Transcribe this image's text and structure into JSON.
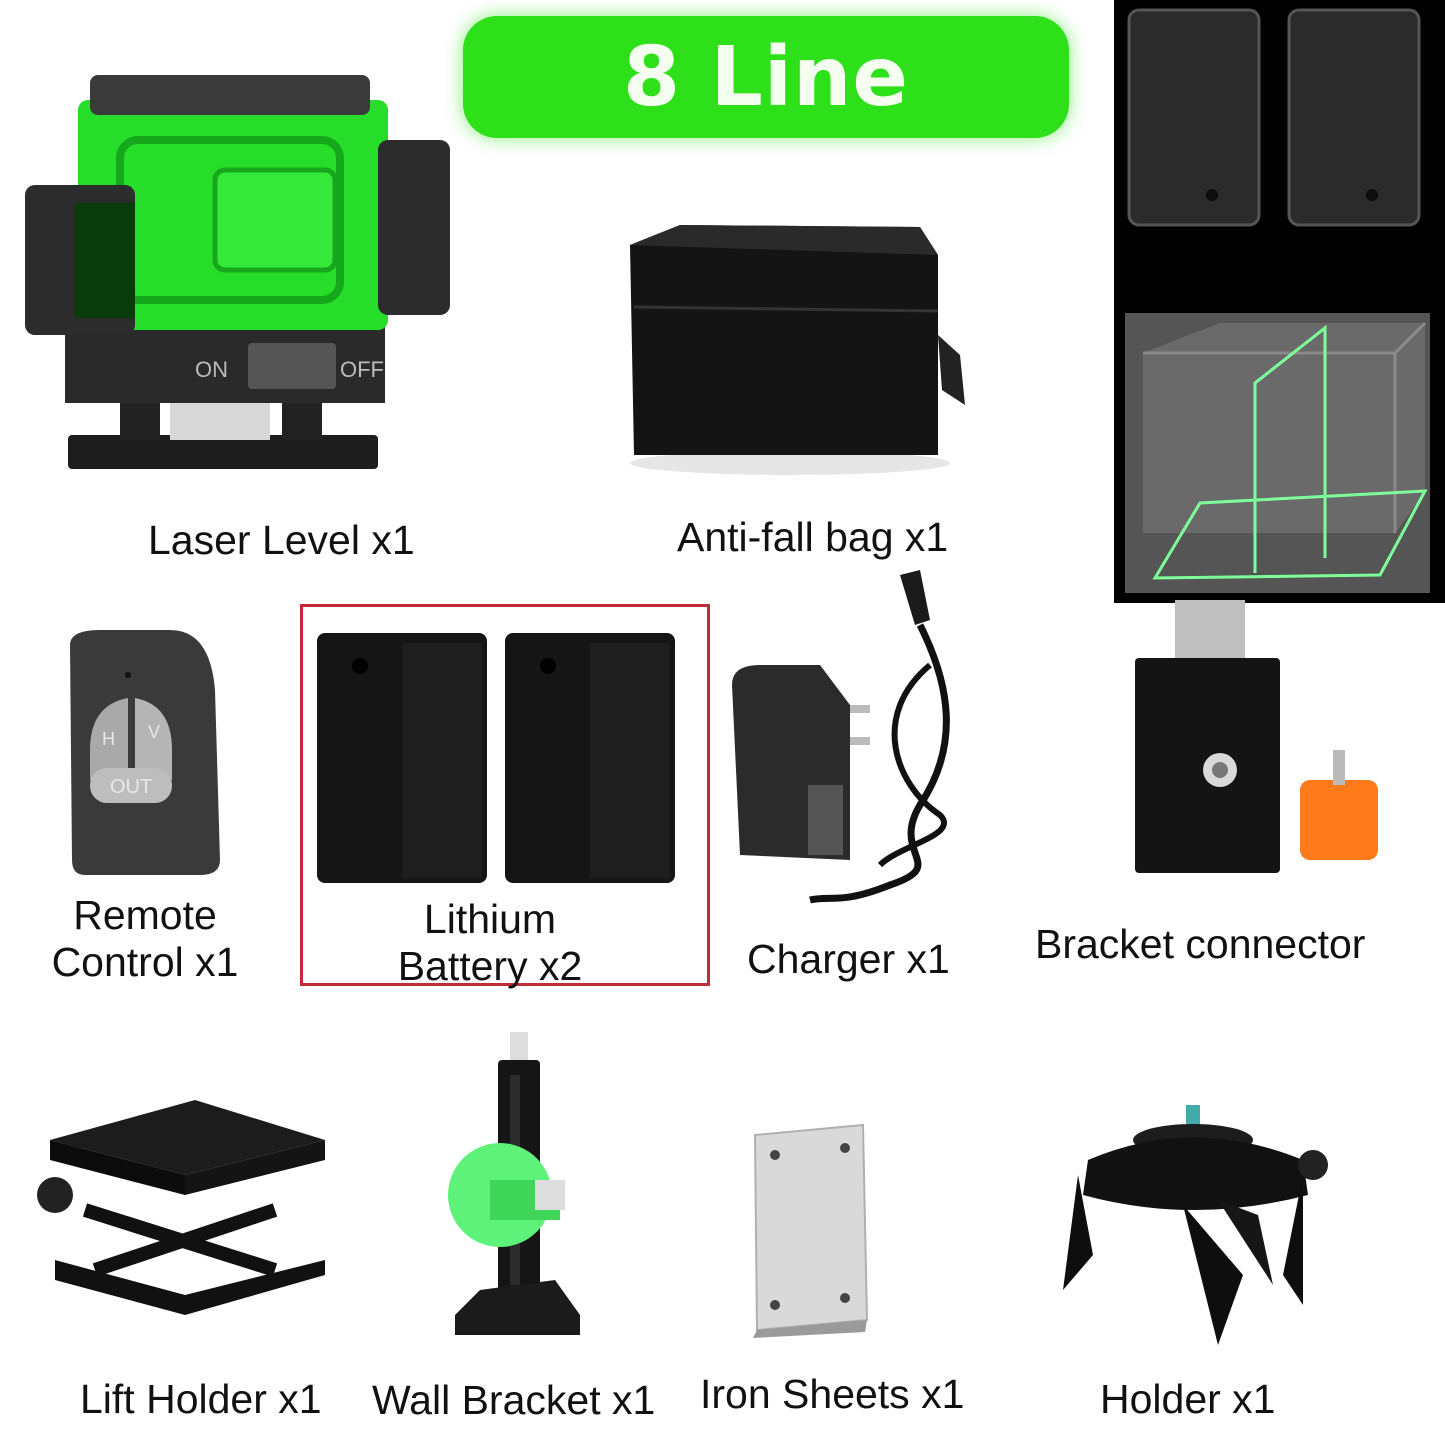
{
  "banner": {
    "title": "8 Line",
    "color": "#2ee01a"
  },
  "highlight_color": "#c22b33",
  "items": {
    "laser_level": "Laser Level x1",
    "bag": "Anti-fall bag x1",
    "remote": "Remote Control x1",
    "battery": "Lithium Battery x2",
    "charger": "Charger x1",
    "bracket_connector": "Bracket connector",
    "lift_holder": "Lift Holder x1",
    "wall_bracket": "Wall Bracket x1",
    "iron_sheets": "Iron Sheets x1",
    "holder": "Holder x1"
  },
  "product_text": {
    "switch_on": "ON",
    "switch_off": "OFF",
    "remote_h": "H",
    "remote_v": "V",
    "remote_out": "OUT"
  }
}
